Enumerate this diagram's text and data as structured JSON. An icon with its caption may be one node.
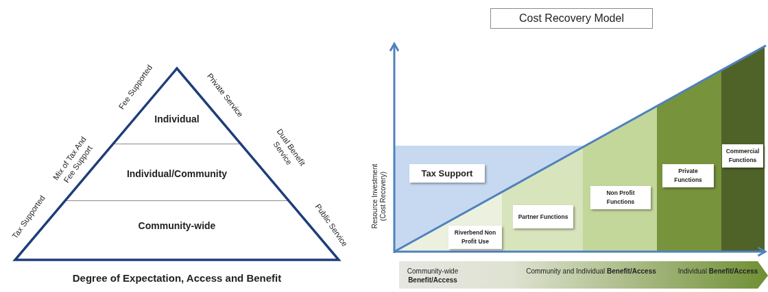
{
  "diagram": {
    "title": "Cost Recovery Model",
    "caption": "Degree of Expectation, Access and Benefit",
    "nodes": [
      {
        "text": [
          "Individual"
        ]
      },
      {
        "text": [
          "Individual/Community"
        ]
      },
      {
        "text": [
          "Community-wide"
        ]
      },
      {
        "text": [
          "Tax Support"
        ]
      },
      {
        "text": [
          "Riverbend Non Profit Use"
        ]
      },
      {
        "text": [
          "Partner Functions"
        ]
      },
      {
        "text": [
          "Non Profit Functions"
        ]
      },
      {
        "text": [
          "Private Functions"
        ]
      },
      {
        "text": [
          "Commercial Functions"
        ]
      },
      {
        "text": [
          "Community-wide **Benefit/Access**",
          "Community and Individual **Benefit/Access**",
          "Individual **Benefit/Access**"
        ]
      }
    ],
    "edges": [],
    "labels": [
      "Tax Supported",
      "Mix of Tax And Fee Support",
      "Fee Supported",
      "Private Service",
      "Dual Benefit Service",
      "Public Service",
      "Resource Investment (Cost Recovery)"
    ]
  }
}
